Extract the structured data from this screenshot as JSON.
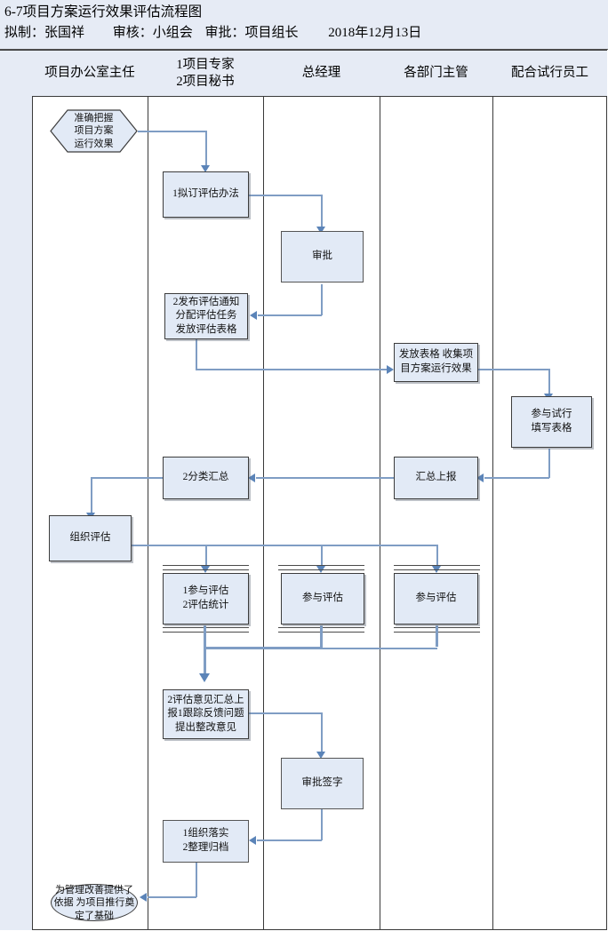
{
  "header": {
    "title": "6-7项目方案运行效果评估流程图",
    "prepared_label": "拟制：张国祥",
    "review_label": "审核：小组会",
    "approve_label": "审批：项目组长",
    "date": "2018年12月13日"
  },
  "columns": [
    {
      "label": "项目办公室主任"
    },
    {
      "label": "1项目专家\n2项目秘书"
    },
    {
      "label": "总经理"
    },
    {
      "label": "各部门主管"
    },
    {
      "label": "配合试行员工"
    }
  ],
  "nodes": {
    "start": "准确把握\n项目方案\n运行效果",
    "n1": "1拟订评估办法",
    "n2": "审批",
    "n3": "2发布评估通知\n分配评估任务\n发放评估表格",
    "n4": "发放表格  收集项\n目方案运行效果",
    "n5": "参与试行\n填写表格",
    "n6": "2分类汇总",
    "n7": "汇总上报",
    "n8": "组织评估",
    "n9": "1参与评估\n2评估统计",
    "n10": "参与评估",
    "n11": "参与评估",
    "n12": "2评估意见汇总上\n报1跟踪反馈问题\n提出整改意见",
    "n13": "审批签字",
    "n14": "1组织落实\n2整理归档",
    "end": "为管理改善提供了\n依据 为项目推行奠\n定了基础"
  },
  "colors": {
    "node_fill": "#e2eaf6",
    "node_border": "#3c3c3c",
    "header_fill": "#e6ebf5",
    "connector": "#7f9dc4",
    "arrow": "#5b84b8",
    "frame": "#3a3a3a"
  }
}
